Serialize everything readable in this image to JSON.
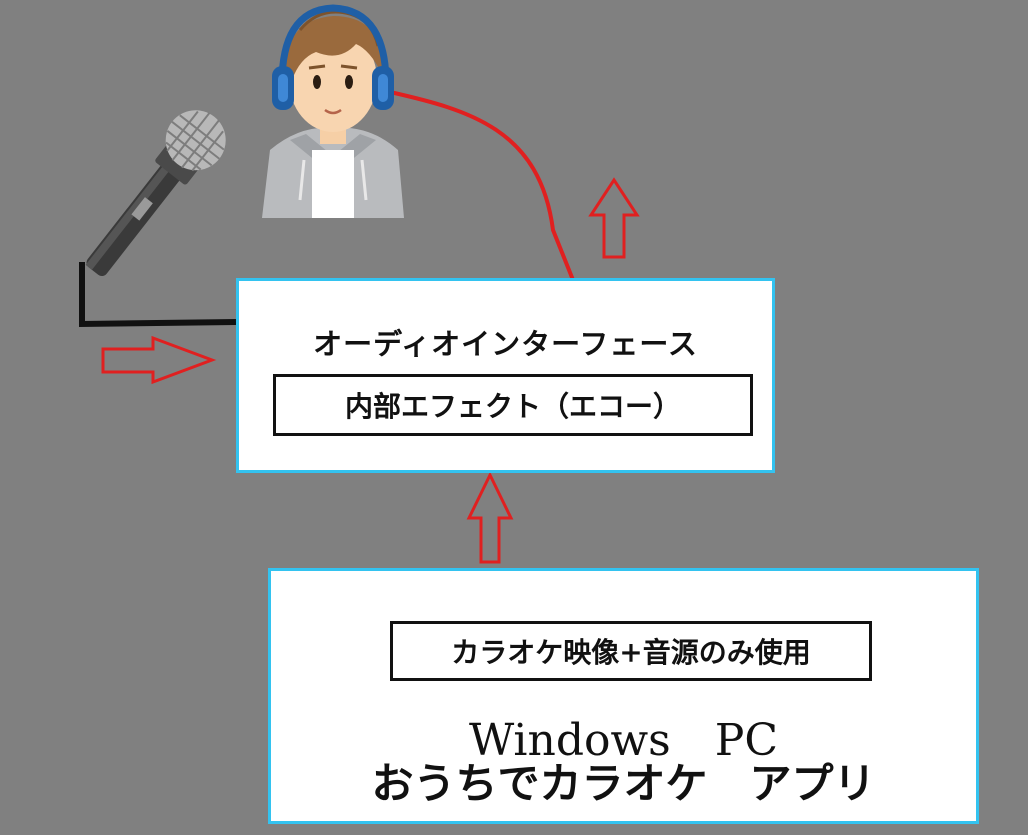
{
  "diagram": {
    "interface": {
      "title": "オーディオインターフェース",
      "effect": "内部エフェクト（エコー）"
    },
    "pc": {
      "usage": "カラオケ映像+音源のみ使用",
      "title": "Windows　PC",
      "app": "おうちでカラオケ　アプリ"
    },
    "colors": {
      "background": "#808080",
      "box_border": "#33c3f0",
      "arrow": "#e02020",
      "cable_red": "#e02020",
      "cable_black": "#111111"
    },
    "icons": [
      "person-with-headphones-icon",
      "microphone-icon"
    ]
  }
}
